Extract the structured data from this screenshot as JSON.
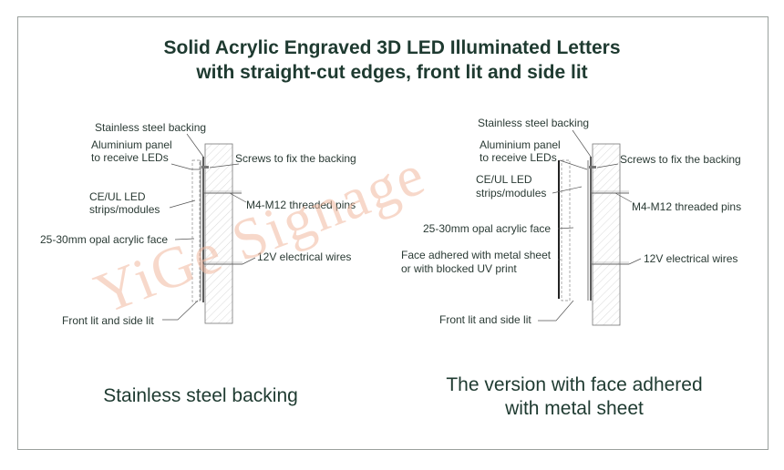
{
  "title": {
    "line1": "Solid Acrylic Engraved 3D LED Illuminated Letters",
    "line2": "with straight-cut edges, front lit and side lit"
  },
  "watermark": "YiGe Signage",
  "left_diagram": {
    "caption": "Stainless steel backing",
    "labels": {
      "backing": "Stainless steel backing",
      "panel_1": "Aluminium panel",
      "panel_2": "to receive LEDs",
      "screws": "Screws to fix the backing",
      "led_1": "CE/UL LED",
      "led_2": "strips/modules",
      "pins": "M4-M12 threaded pins",
      "acrylic": "25-30mm opal acrylic face",
      "wires": "12V electrical wires",
      "lit": "Front lit and side lit"
    }
  },
  "right_diagram": {
    "caption_1": "The version with face adhered",
    "caption_2": "with metal sheet",
    "labels": {
      "backing": "Stainless steel backing",
      "panel_1": "Aluminium panel",
      "panel_2": "to receive LEDs",
      "screws": "Screws to fix the backing",
      "led_1": "CE/UL LED",
      "led_2": "strips/modules",
      "pins": "M4-M12 threaded pins",
      "acrylic": "25-30mm opal acrylic face",
      "wires": "12V electrical wires",
      "face_1": "Face adhered with metal sheet",
      "face_2": "or with blocked UV print",
      "lit": "Front lit and side lit"
    }
  },
  "colors": {
    "text": "#1e3a30",
    "watermark": "#f2b9a0",
    "line": "#555555",
    "border": "#9aa09d"
  }
}
